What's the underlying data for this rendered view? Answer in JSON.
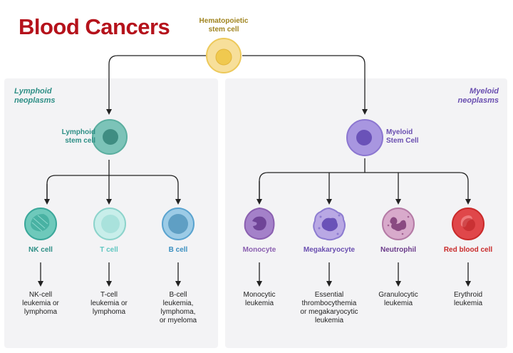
{
  "title": "Blood Cancers",
  "root": {
    "line1": "Hematopoietic",
    "line2": "stem cell"
  },
  "lymphoid": {
    "group_line1": "Lymphoid",
    "group_line2": "neoplasms",
    "stem_line1": "Lymphoid",
    "stem_line2": "stem cell",
    "cells": [
      {
        "name": "NK cell",
        "disease": [
          "NK-cell",
          "leukemia or",
          "lymphoma"
        ]
      },
      {
        "name": "T cell",
        "disease": [
          "T-cell",
          "leukemia or",
          "lymphoma"
        ]
      },
      {
        "name": "B cell",
        "disease": [
          "B-cell",
          "leukemia,",
          "lymphoma,",
          "or myeloma"
        ]
      }
    ]
  },
  "myeloid": {
    "group_line1": "Myeloid",
    "group_line2": "neoplasms",
    "stem_line1": "Myeloid",
    "stem_line2": "Stem Cell",
    "cells": [
      {
        "name": "Monocyte",
        "disease": [
          "Monocytic",
          "leukemia"
        ]
      },
      {
        "name": "Megakaryocyte",
        "disease": [
          "Essential",
          "thrombocythemia",
          "or megakaryocytic",
          "leukemia"
        ]
      },
      {
        "name": "Neutrophil",
        "disease": [
          "Granulocytic",
          "leukemia"
        ]
      },
      {
        "name": "Red blood cell",
        "disease": [
          "Erythroid",
          "leukemia"
        ]
      }
    ]
  },
  "colors": {
    "title": "#b5121b",
    "root_label": "#a08420",
    "lymphoid_label": "#2e8f86",
    "myeloid_label": "#6a4fb0",
    "nk": "#3aa79a",
    "t": "#5fc6c0",
    "b": "#3a8fc0",
    "monocyte": "#8a5fb0",
    "megakaryocyte": "#7a5fc8",
    "neutrophil": "#6a3a8a",
    "rbc": "#c92a2a"
  }
}
